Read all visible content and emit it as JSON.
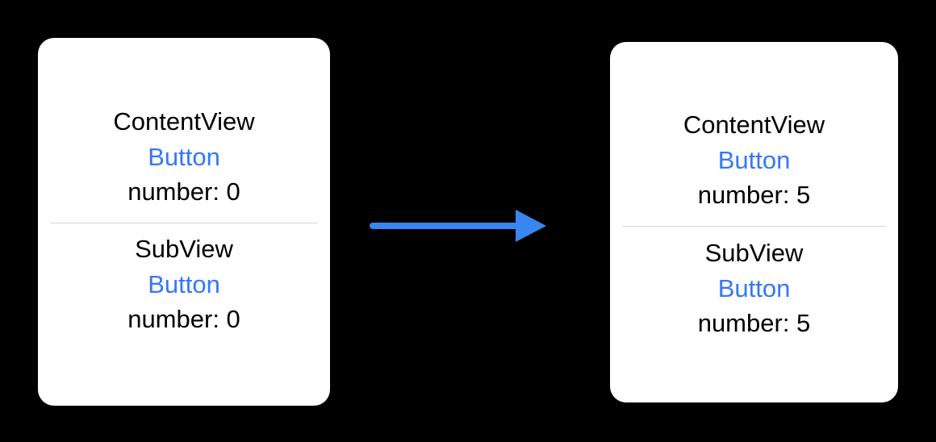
{
  "colors": {
    "background": "#000000",
    "card": "#ffffff",
    "text": "#000000",
    "button": "#3478f6",
    "arrow": "#3a86f0",
    "divider": "#d6d6d6"
  },
  "before": {
    "content_view": {
      "title": "ContentView",
      "button_label": "Button",
      "number_text": "number: 0"
    },
    "sub_view": {
      "title": "SubView",
      "button_label": "Button",
      "number_text": "number: 0"
    }
  },
  "arrow_icon": "right-arrow-icon",
  "after": {
    "content_view": {
      "title": "ContentView",
      "button_label": "Button",
      "number_text": "number: 5"
    },
    "sub_view": {
      "title": "SubView",
      "button_label": "Button",
      "number_text": "number: 5"
    }
  }
}
